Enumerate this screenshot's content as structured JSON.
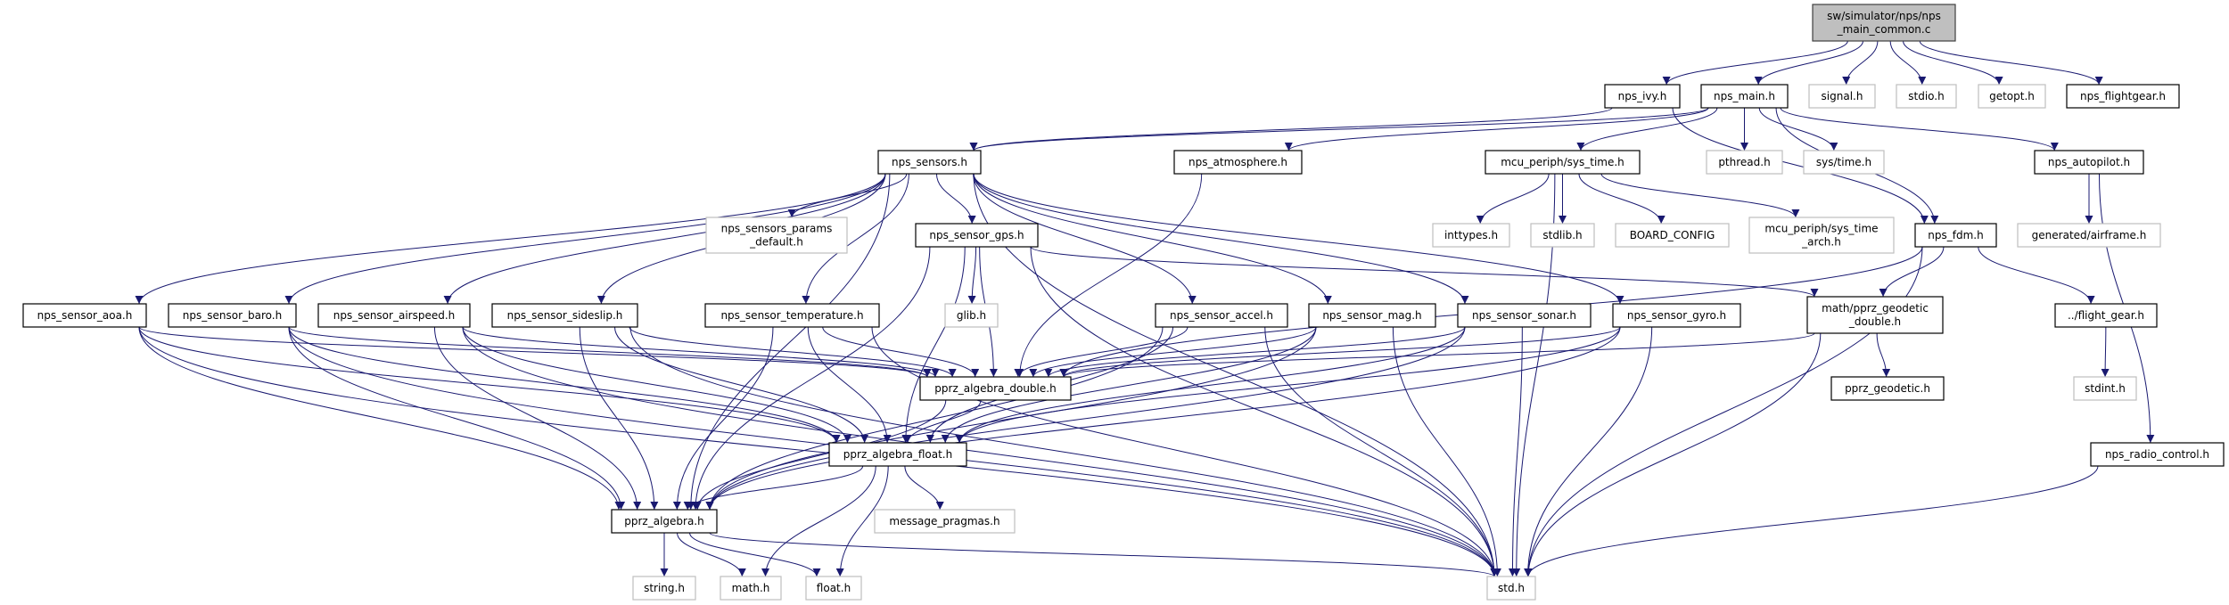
{
  "graph": {
    "colors": {
      "edge": "#191970",
      "root_fill": "#bfbfbf",
      "internal_border": "#000000",
      "external_border": "#bfbfbf"
    },
    "nodes": [
      {
        "id": "root",
        "label": [
          "sw/simulator/nps/nps",
          "_main_common.c"
        ],
        "kind": "root"
      },
      {
        "id": "ivy",
        "label": [
          "nps_ivy.h"
        ],
        "kind": "internal"
      },
      {
        "id": "main",
        "label": [
          "nps_main.h"
        ],
        "kind": "internal"
      },
      {
        "id": "signal",
        "label": [
          "signal.h"
        ],
        "kind": "external"
      },
      {
        "id": "stdio",
        "label": [
          "stdio.h"
        ],
        "kind": "external"
      },
      {
        "id": "getopt",
        "label": [
          "getopt.h"
        ],
        "kind": "external"
      },
      {
        "id": "flightgear",
        "label": [
          "nps_flightgear.h"
        ],
        "kind": "internal"
      },
      {
        "id": "sensors",
        "label": [
          "nps_sensors.h"
        ],
        "kind": "internal"
      },
      {
        "id": "atmosphere",
        "label": [
          "nps_atmosphere.h"
        ],
        "kind": "internal"
      },
      {
        "id": "systime",
        "label": [
          "mcu_periph/sys_time.h"
        ],
        "kind": "internal"
      },
      {
        "id": "pthread",
        "label": [
          "pthread.h"
        ],
        "kind": "external"
      },
      {
        "id": "systimeh",
        "label": [
          "sys/time.h"
        ],
        "kind": "external"
      },
      {
        "id": "autopilot",
        "label": [
          "nps_autopilot.h"
        ],
        "kind": "internal"
      },
      {
        "id": "params",
        "label": [
          "nps_sensors_params",
          "_default.h"
        ],
        "kind": "external"
      },
      {
        "id": "gps",
        "label": [
          "nps_sensor_gps.h"
        ],
        "kind": "internal"
      },
      {
        "id": "inttypes",
        "label": [
          "inttypes.h"
        ],
        "kind": "external"
      },
      {
        "id": "stdlib",
        "label": [
          "stdlib.h"
        ],
        "kind": "external"
      },
      {
        "id": "board",
        "label": [
          "BOARD_CONFIG"
        ],
        "kind": "external"
      },
      {
        "id": "systimearch",
        "label": [
          "mcu_periph/sys_time",
          "_arch.h"
        ],
        "kind": "external"
      },
      {
        "id": "fdm",
        "label": [
          "nps_fdm.h"
        ],
        "kind": "internal"
      },
      {
        "id": "airframe",
        "label": [
          "generated/airframe.h"
        ],
        "kind": "external"
      },
      {
        "id": "aoa",
        "label": [
          "nps_sensor_aoa.h"
        ],
        "kind": "internal"
      },
      {
        "id": "baro",
        "label": [
          "nps_sensor_baro.h"
        ],
        "kind": "internal"
      },
      {
        "id": "airspeed",
        "label": [
          "nps_sensor_airspeed.h"
        ],
        "kind": "internal"
      },
      {
        "id": "sideslip",
        "label": [
          "nps_sensor_sideslip.h"
        ],
        "kind": "internal"
      },
      {
        "id": "temperature",
        "label": [
          "nps_sensor_temperature.h"
        ],
        "kind": "internal"
      },
      {
        "id": "glib",
        "label": [
          "glib.h"
        ],
        "kind": "external"
      },
      {
        "id": "accel",
        "label": [
          "nps_sensor_accel.h"
        ],
        "kind": "internal"
      },
      {
        "id": "mag",
        "label": [
          "nps_sensor_mag.h"
        ],
        "kind": "internal"
      },
      {
        "id": "sonar",
        "label": [
          "nps_sensor_sonar.h"
        ],
        "kind": "internal"
      },
      {
        "id": "gyro",
        "label": [
          "nps_sensor_gyro.h"
        ],
        "kind": "internal"
      },
      {
        "id": "geodouble",
        "label": [
          "math/pprz_geodetic",
          "_double.h"
        ],
        "kind": "internal"
      },
      {
        "id": "flightgearh",
        "label": [
          "../flight_gear.h"
        ],
        "kind": "internal"
      },
      {
        "id": "algdouble",
        "label": [
          "pprz_algebra_double.h"
        ],
        "kind": "internal"
      },
      {
        "id": "geodetic",
        "label": [
          "pprz_geodetic.h"
        ],
        "kind": "internal"
      },
      {
        "id": "stdint",
        "label": [
          "stdint.h"
        ],
        "kind": "external"
      },
      {
        "id": "algfloat",
        "label": [
          "pprz_algebra_float.h"
        ],
        "kind": "internal"
      },
      {
        "id": "radio",
        "label": [
          "nps_radio_control.h"
        ],
        "kind": "internal"
      },
      {
        "id": "alg",
        "label": [
          "pprz_algebra.h"
        ],
        "kind": "internal"
      },
      {
        "id": "pragmas",
        "label": [
          "message_pragmas.h"
        ],
        "kind": "external"
      },
      {
        "id": "string",
        "label": [
          "string.h"
        ],
        "kind": "external"
      },
      {
        "id": "math",
        "label": [
          "math.h"
        ],
        "kind": "external"
      },
      {
        "id": "float",
        "label": [
          "float.h"
        ],
        "kind": "external"
      },
      {
        "id": "std",
        "label": [
          "std.h"
        ],
        "kind": "external"
      }
    ],
    "edges": [
      [
        "root",
        "ivy"
      ],
      [
        "root",
        "main"
      ],
      [
        "root",
        "signal"
      ],
      [
        "root",
        "stdio"
      ],
      [
        "root",
        "getopt"
      ],
      [
        "root",
        "flightgear"
      ],
      [
        "ivy",
        "sensors"
      ],
      [
        "ivy",
        "fdm"
      ],
      [
        "main",
        "sensors"
      ],
      [
        "main",
        "atmosphere"
      ],
      [
        "main",
        "systime"
      ],
      [
        "main",
        "pthread"
      ],
      [
        "main",
        "systimeh"
      ],
      [
        "main",
        "fdm"
      ],
      [
        "main",
        "autopilot"
      ],
      [
        "sensors",
        "aoa"
      ],
      [
        "sensors",
        "baro"
      ],
      [
        "sensors",
        "airspeed"
      ],
      [
        "sensors",
        "sideslip"
      ],
      [
        "sensors",
        "temperature"
      ],
      [
        "sensors",
        "params"
      ],
      [
        "sensors",
        "gps"
      ],
      [
        "sensors",
        "accel"
      ],
      [
        "sensors",
        "mag"
      ],
      [
        "sensors",
        "sonar"
      ],
      [
        "sensors",
        "gyro"
      ],
      [
        "sensors",
        "alg"
      ],
      [
        "sensors",
        "std"
      ],
      [
        "atmosphere",
        "algdouble"
      ],
      [
        "systime",
        "inttypes"
      ],
      [
        "systime",
        "stdlib"
      ],
      [
        "systime",
        "board"
      ],
      [
        "systime",
        "systimearch"
      ],
      [
        "systime",
        "std"
      ],
      [
        "autopilot",
        "airframe"
      ],
      [
        "autopilot",
        "radio"
      ],
      [
        "fdm",
        "algdouble"
      ],
      [
        "fdm",
        "geodouble"
      ],
      [
        "fdm",
        "flightgearh"
      ],
      [
        "fdm",
        "std"
      ],
      [
        "gps",
        "glib"
      ],
      [
        "gps",
        "algdouble"
      ],
      [
        "gps",
        "algfloat"
      ],
      [
        "gps",
        "alg"
      ],
      [
        "gps",
        "geodouble"
      ],
      [
        "gps",
        "std"
      ],
      [
        "aoa",
        "algdouble"
      ],
      [
        "aoa",
        "algfloat"
      ],
      [
        "aoa",
        "alg"
      ],
      [
        "aoa",
        "std"
      ],
      [
        "baro",
        "algdouble"
      ],
      [
        "baro",
        "algfloat"
      ],
      [
        "baro",
        "alg"
      ],
      [
        "baro",
        "std"
      ],
      [
        "airspeed",
        "algdouble"
      ],
      [
        "airspeed",
        "algfloat"
      ],
      [
        "airspeed",
        "alg"
      ],
      [
        "airspeed",
        "std"
      ],
      [
        "sideslip",
        "algdouble"
      ],
      [
        "sideslip",
        "algfloat"
      ],
      [
        "sideslip",
        "alg"
      ],
      [
        "sideslip",
        "std"
      ],
      [
        "temperature",
        "algdouble"
      ],
      [
        "temperature",
        "algfloat"
      ],
      [
        "temperature",
        "alg"
      ],
      [
        "temperature",
        "std"
      ],
      [
        "accel",
        "algdouble"
      ],
      [
        "accel",
        "algfloat"
      ],
      [
        "accel",
        "alg"
      ],
      [
        "accel",
        "std"
      ],
      [
        "mag",
        "algdouble"
      ],
      [
        "mag",
        "algfloat"
      ],
      [
        "mag",
        "alg"
      ],
      [
        "mag",
        "std"
      ],
      [
        "sonar",
        "algdouble"
      ],
      [
        "sonar",
        "algfloat"
      ],
      [
        "sonar",
        "alg"
      ],
      [
        "sonar",
        "std"
      ],
      [
        "gyro",
        "algdouble"
      ],
      [
        "gyro",
        "algfloat"
      ],
      [
        "gyro",
        "alg"
      ],
      [
        "gyro",
        "std"
      ],
      [
        "geodouble",
        "geodetic"
      ],
      [
        "geodouble",
        "algdouble"
      ],
      [
        "geodouble",
        "std"
      ],
      [
        "flightgearh",
        "stdint"
      ],
      [
        "radio",
        "std"
      ],
      [
        "algdouble",
        "algfloat"
      ],
      [
        "algdouble",
        "alg"
      ],
      [
        "algfloat",
        "alg"
      ],
      [
        "algfloat",
        "pragmas"
      ],
      [
        "algfloat",
        "math"
      ],
      [
        "algfloat",
        "float"
      ],
      [
        "alg",
        "string"
      ],
      [
        "alg",
        "math"
      ],
      [
        "alg",
        "float"
      ],
      [
        "alg",
        "std"
      ]
    ]
  }
}
